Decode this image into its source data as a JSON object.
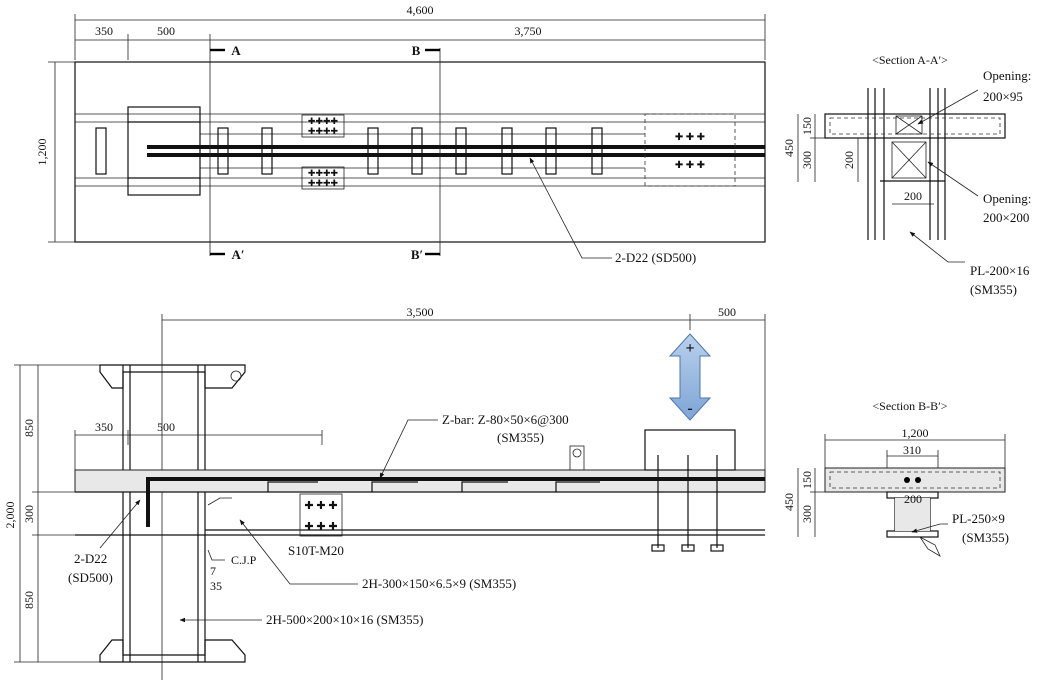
{
  "plan": {
    "dims": {
      "total": "4,600",
      "d350": "350",
      "d500": "500",
      "d3750": "3,750",
      "width": "1,200"
    },
    "section_marks": {
      "a": "A",
      "a_prime": "A′",
      "b": "B",
      "b_prime": "B′"
    },
    "rebar_label": "2-D22 (SD500)"
  },
  "section_aa": {
    "title": "<Section A-A′>",
    "dims": {
      "d150": "150",
      "d300": "300",
      "d450": "450",
      "d200v": "200",
      "d200h": "200"
    },
    "opening1_line1": "Opening:",
    "opening1_line2": "200×95",
    "opening2_line1": "Opening:",
    "opening2_line2": "200×200",
    "plate_line1": "PL-200×16",
    "plate_line2": "(SM355)"
  },
  "elevation": {
    "dims": {
      "d3500": "3,500",
      "d500top": "500",
      "d350": "350",
      "d500": "500",
      "d2000": "2,000",
      "d850a": "850",
      "d300": "300",
      "d850b": "850"
    },
    "zbar_line1": "Z-bar: Z-80×50×6@300",
    "zbar_line2": "(SM355)",
    "rebar_line1": "2-D22",
    "rebar_line2": "(SD500)",
    "bolt_label": "S10T-M20",
    "weld_label": "C.J.P",
    "weld_num1": "7",
    "weld_num2": "35",
    "beam_label": "2H-300×150×6.5×9 (SM355)",
    "column_label": "2H-500×200×10×16 (SM355)",
    "load_plus": "+",
    "load_minus": "-"
  },
  "section_bb": {
    "title": "<Section B-B′>",
    "dims": {
      "d1200": "1,200",
      "d310": "310",
      "d150": "150",
      "d300": "300",
      "d450": "450",
      "d200": "200"
    },
    "plate_line1": "PL-250×9",
    "plate_line2": "(SM355)"
  },
  "colors": {
    "line": "#111111",
    "concrete": "#e8e8e8",
    "arrow": "#8fb3dc"
  }
}
